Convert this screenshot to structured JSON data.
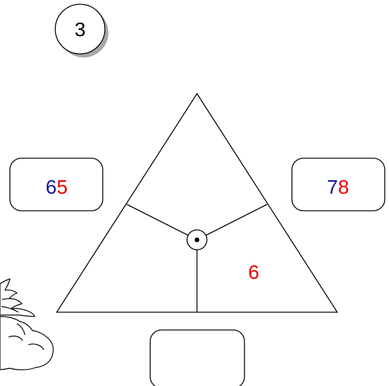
{
  "badge": {
    "number": "3"
  },
  "boxes": {
    "left": {
      "tens": "6",
      "ones": "5"
    },
    "right": {
      "tens": "7",
      "ones": "8"
    },
    "bottom": {
      "value": ""
    }
  },
  "triangle": {
    "section_right_value": "6",
    "center_icon": "dot-circle-icon"
  },
  "decoration": {
    "icon": "bush-icon"
  },
  "colors": {
    "tens_digit": "#1515a0",
    "ones_digit": "#ee0000",
    "section_value": "#ee0000",
    "shadow": "#a8a8a8",
    "line": "#000000"
  }
}
